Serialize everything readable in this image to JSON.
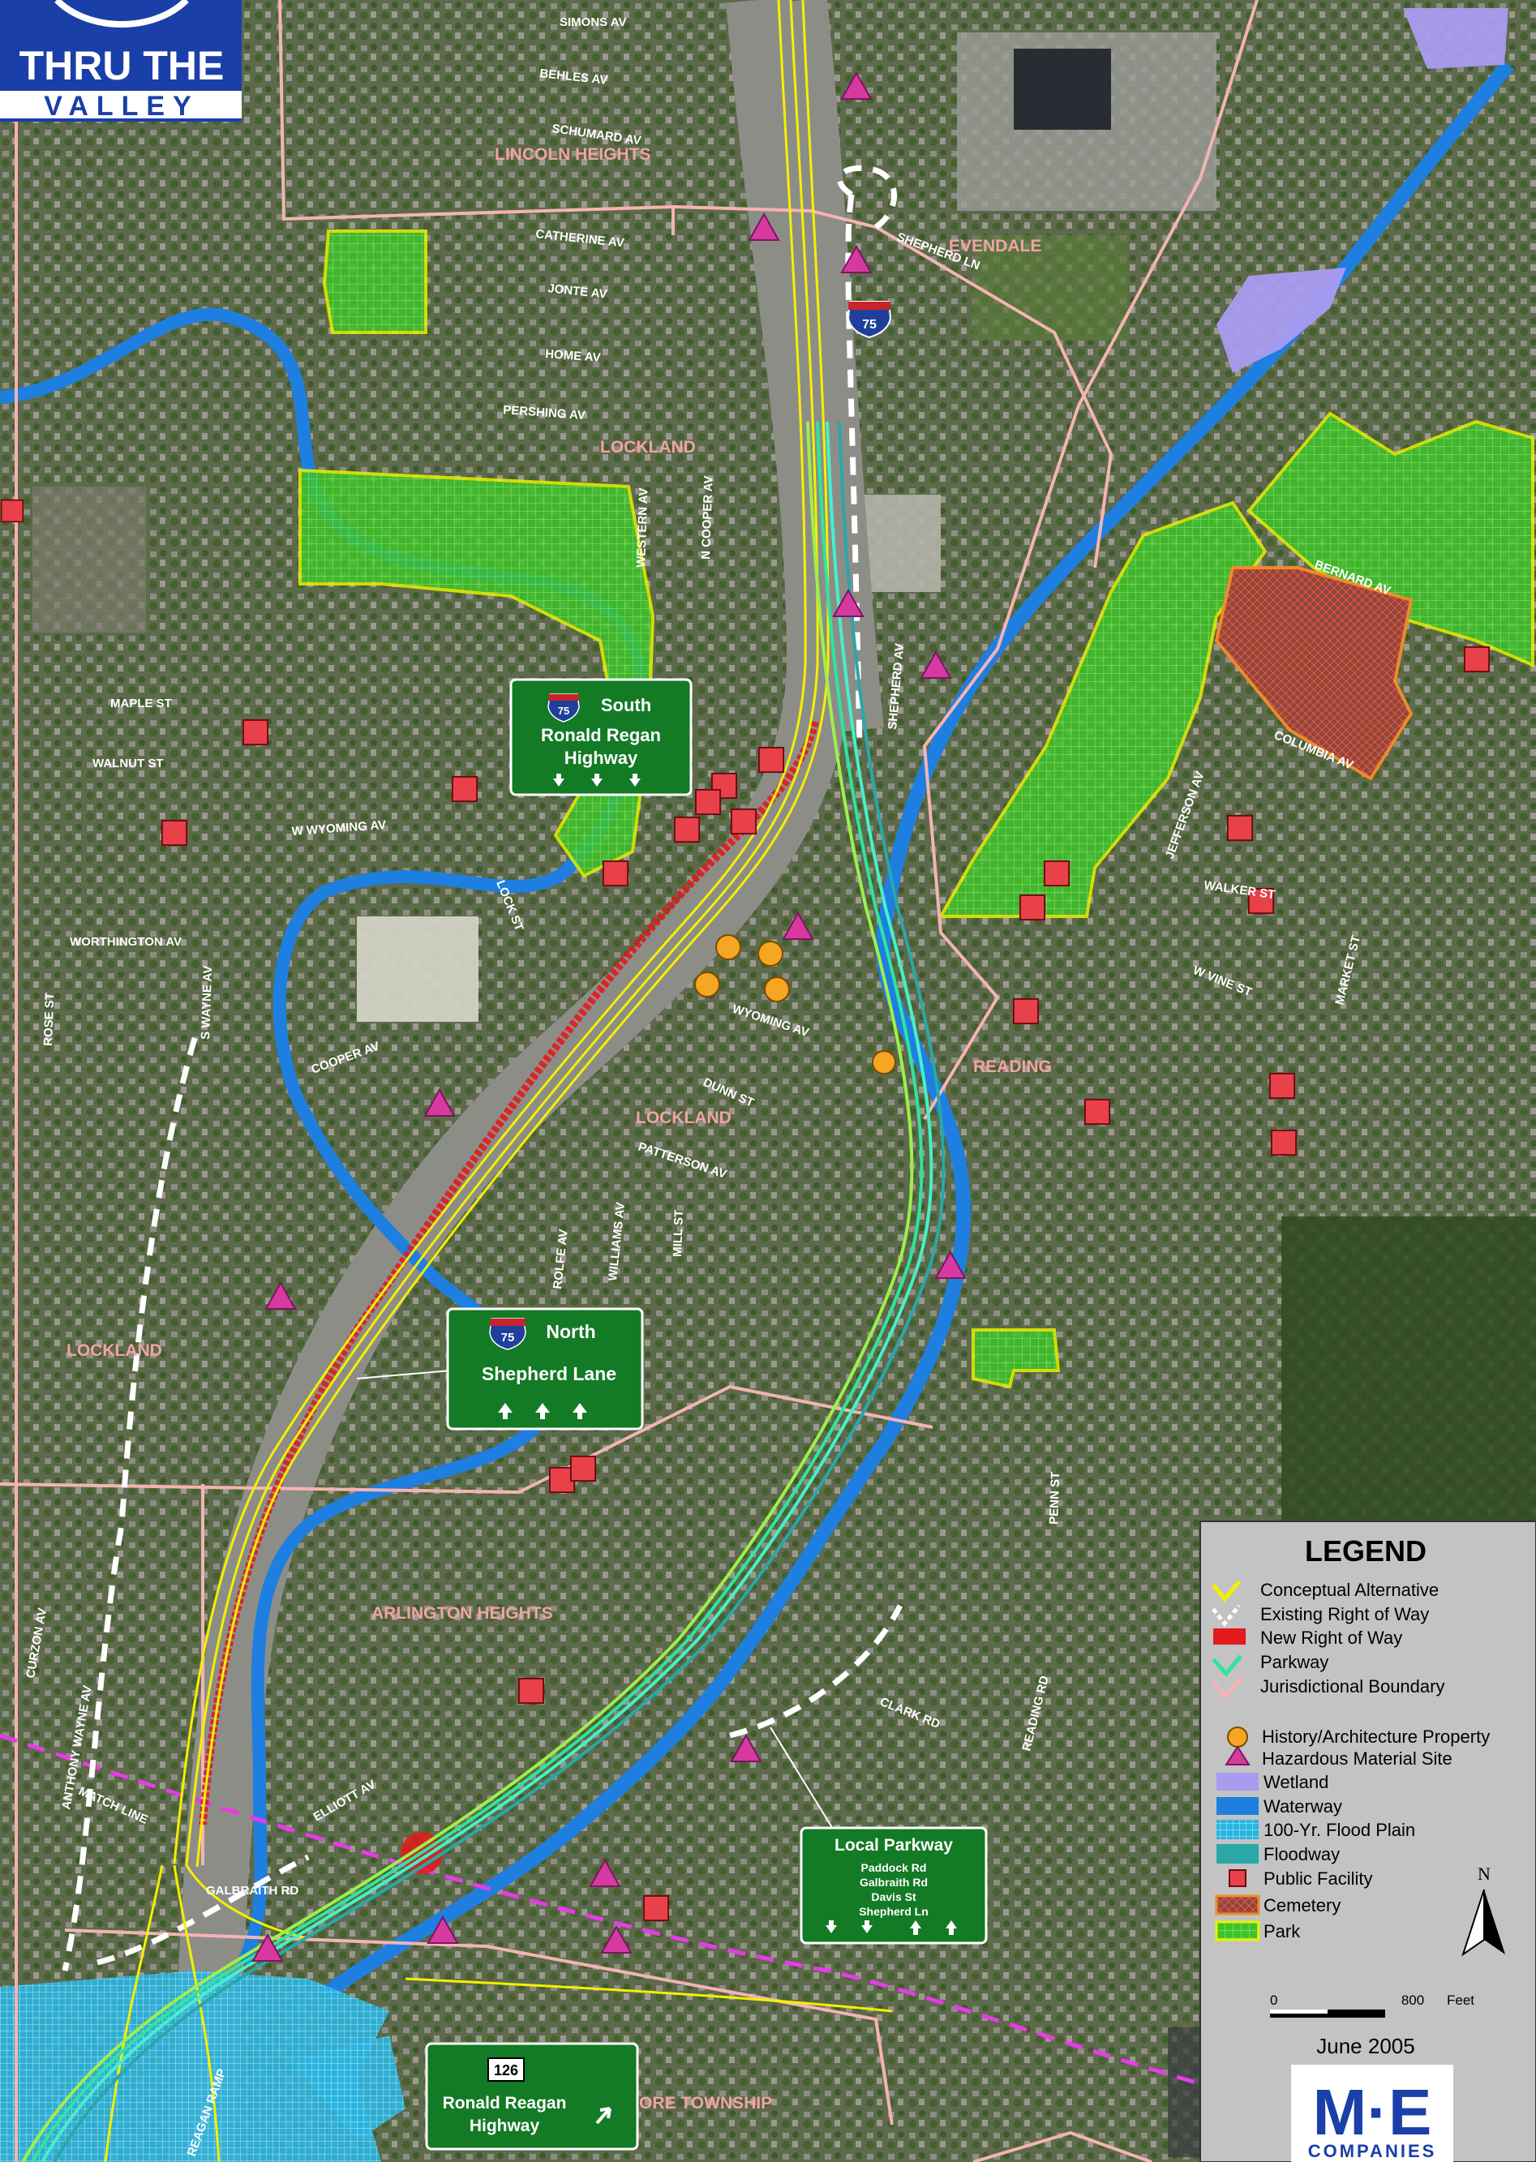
{
  "logo": {
    "line1": "THRU THE",
    "line2": "VALLEY"
  },
  "places": [
    {
      "id": "lincoln-heights",
      "text": "LINCOLN HEIGHTS"
    },
    {
      "id": "evendale",
      "text": "EVENDALE"
    },
    {
      "id": "lockland-1",
      "text": "LOCKLAND"
    },
    {
      "id": "lockland-2",
      "text": "LOCKLAND"
    },
    {
      "id": "lockland-3",
      "text": "LOCKLAND"
    },
    {
      "id": "reading",
      "text": "READING"
    },
    {
      "id": "arlington-heights",
      "text": "ARLINGTON HEIGHTS"
    },
    {
      "id": "sycamore-twp",
      "text": "ORE TOWNSHIP"
    }
  ],
  "streets": [
    {
      "id": "s1",
      "text": "SIMONS AV"
    },
    {
      "id": "s2",
      "text": "BEHLES AV"
    },
    {
      "id": "s3",
      "text": "SCHUMARD AV"
    },
    {
      "id": "s4",
      "text": "CATHERINE AV"
    },
    {
      "id": "s5",
      "text": "JONTE AV"
    },
    {
      "id": "s6",
      "text": "HOME AV"
    },
    {
      "id": "s7",
      "text": "PERSHING AV"
    },
    {
      "id": "s8",
      "text": "WESTERN AV"
    },
    {
      "id": "s9",
      "text": "N COOPER AV"
    },
    {
      "id": "s10",
      "text": "SHEPHERD LN"
    },
    {
      "id": "s11",
      "text": "SHEPHERD AV"
    },
    {
      "id": "s12",
      "text": "BERNARD AV"
    },
    {
      "id": "s13",
      "text": "COLUMBIA AV"
    },
    {
      "id": "s14",
      "text": "MAPLE ST"
    },
    {
      "id": "s15",
      "text": "WALNUT ST"
    },
    {
      "id": "s16",
      "text": "W WYOMING AV"
    },
    {
      "id": "s17",
      "text": "LOCK ST"
    },
    {
      "id": "s18",
      "text": "WORTHINGTON AV"
    },
    {
      "id": "s19",
      "text": "ROSE ST"
    },
    {
      "id": "s20",
      "text": "S WAYNE AV"
    },
    {
      "id": "s21",
      "text": "COOPER AV"
    },
    {
      "id": "s22",
      "text": "WYOMING AV"
    },
    {
      "id": "s23",
      "text": "DUNN ST"
    },
    {
      "id": "s24",
      "text": "PATTERSON AV"
    },
    {
      "id": "s25",
      "text": "ROLFE AV"
    },
    {
      "id": "s26",
      "text": "WILLIAMS AV"
    },
    {
      "id": "s27",
      "text": "MILL ST"
    },
    {
      "id": "s28",
      "text": "JEFFERSON AV"
    },
    {
      "id": "s29",
      "text": "WALKER ST"
    },
    {
      "id": "s30",
      "text": "W VINE ST"
    },
    {
      "id": "s31",
      "text": "MARKET ST"
    },
    {
      "id": "s32",
      "text": "ELLIOTT AV"
    },
    {
      "id": "s33",
      "text": "GALBRAITH RD"
    },
    {
      "id": "s34",
      "text": "CLARK RD"
    },
    {
      "id": "s35",
      "text": "CURZON AV"
    },
    {
      "id": "s36",
      "text": "ANTHONY WAYNE AV"
    },
    {
      "id": "s37",
      "text": "REAGAN RAMP"
    },
    {
      "id": "s38",
      "text": "READING RD"
    },
    {
      "id": "s39",
      "text": "PENN ST"
    },
    {
      "id": "s40",
      "text": "MATCH LINE"
    }
  ],
  "signs": {
    "south": {
      "route": "75",
      "dir": "South",
      "line1": "Ronald Regan",
      "line2": "Highway"
    },
    "north": {
      "route": "75",
      "dir": "North",
      "line1": "Shepherd Lane"
    },
    "local": {
      "title": "Local Parkway",
      "items": [
        "Paddock Rd",
        "Galbraith Rd",
        "Davis St",
        "Shepherd Ln"
      ]
    },
    "reagan": {
      "route": "126",
      "line1": "Ronald Reagan",
      "line2": "Highway"
    },
    "shield_top": "75"
  },
  "legend": {
    "title": "LEGEND",
    "items": [
      {
        "label": "Conceptual Alternative",
        "symbol": "conceptual",
        "color": "#f4f000"
      },
      {
        "label": "Existing Right of Way",
        "symbol": "existing",
        "color": "#ffffff"
      },
      {
        "label": "New Right of Way",
        "symbol": "new",
        "color": "#e31a1c"
      },
      {
        "label": "Parkway",
        "symbol": "parkway",
        "color": "#2ee59d"
      },
      {
        "label": "Jurisdictional Boundary",
        "symbol": "boundary",
        "color": "#f5b3b3"
      },
      {
        "label": "History/Architecture Property",
        "symbol": "history",
        "color": "#f5a623"
      },
      {
        "label": "Hazardous Material Site",
        "symbol": "hazard",
        "color": "#d63aa0"
      },
      {
        "label": "Wetland",
        "symbol": "wetland",
        "color": "#a99cf0"
      },
      {
        "label": "Waterway",
        "symbol": "waterway",
        "color": "#1e7fe0"
      },
      {
        "label": "100-Yr. Flood Plain",
        "symbol": "floodplain",
        "color": "#38bde8"
      },
      {
        "label": "Floodway",
        "symbol": "floodway",
        "color": "#2aa7a7"
      },
      {
        "label": "Public Facility",
        "symbol": "public",
        "color": "#e8414a"
      },
      {
        "label": "Cemetery",
        "symbol": "cemetery",
        "color": "#f08a2a"
      },
      {
        "label": "Park",
        "symbol": "park",
        "color": "#d9f24a"
      }
    ],
    "scale_zero": "0",
    "scale_end": "800",
    "scale_unit": "Feet",
    "north": "N",
    "date": "June 2005",
    "company_logo": "M·E",
    "company_sub": "COMPANIES"
  }
}
